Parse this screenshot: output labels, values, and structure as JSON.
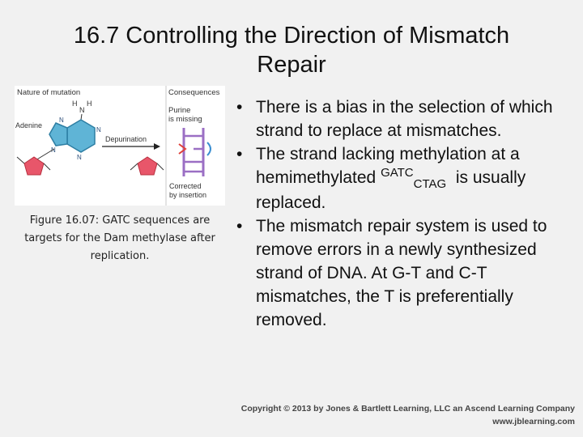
{
  "title": {
    "line1": "16.7  Controlling the Direction of Mismatch",
    "line2": "Repair"
  },
  "figure": {
    "label_nature": "Nature of mutation",
    "label_consequences": "Consequences",
    "label_adenine": "Adenine",
    "label_depurination": "Depurination",
    "label_purine_line1": "Purine",
    "label_purine_line2": "is missing",
    "label_corrected_line1": "Corrected",
    "label_corrected_line2": "by insertion",
    "label_h1": "H",
    "label_h2": "H",
    "label_n": "N",
    "caption": "Figure 16.07: GATC sequences are targets for the Dam methylase after replication."
  },
  "bullets": {
    "b1": "There is a bias in the selection of which strand to replace at mismatches.",
    "b2_pre": "The strand lacking methylation at a hemimethylated ",
    "b2_sup": "GATC",
    "b2_sub": "CTAG",
    "b2_post": "  is usually replaced.",
    "b3": "The mismatch repair system is used to remove errors in a newly synthesized strand of DNA. At G-T and C-T mismatches, the T is preferentially removed."
  },
  "bullet_char": "•",
  "copyright": {
    "line1": "Copyright © 2013 by Jones & Bartlett Learning, LLC an Ascend Learning Company",
    "line2": "www.jblearning.com"
  },
  "colors": {
    "background": "#f1f1f1",
    "purine_ring": "#4aa3c9",
    "sugar": "#e8566a",
    "helix": "#9b6fc4",
    "arrow_red": "#e0403a"
  }
}
